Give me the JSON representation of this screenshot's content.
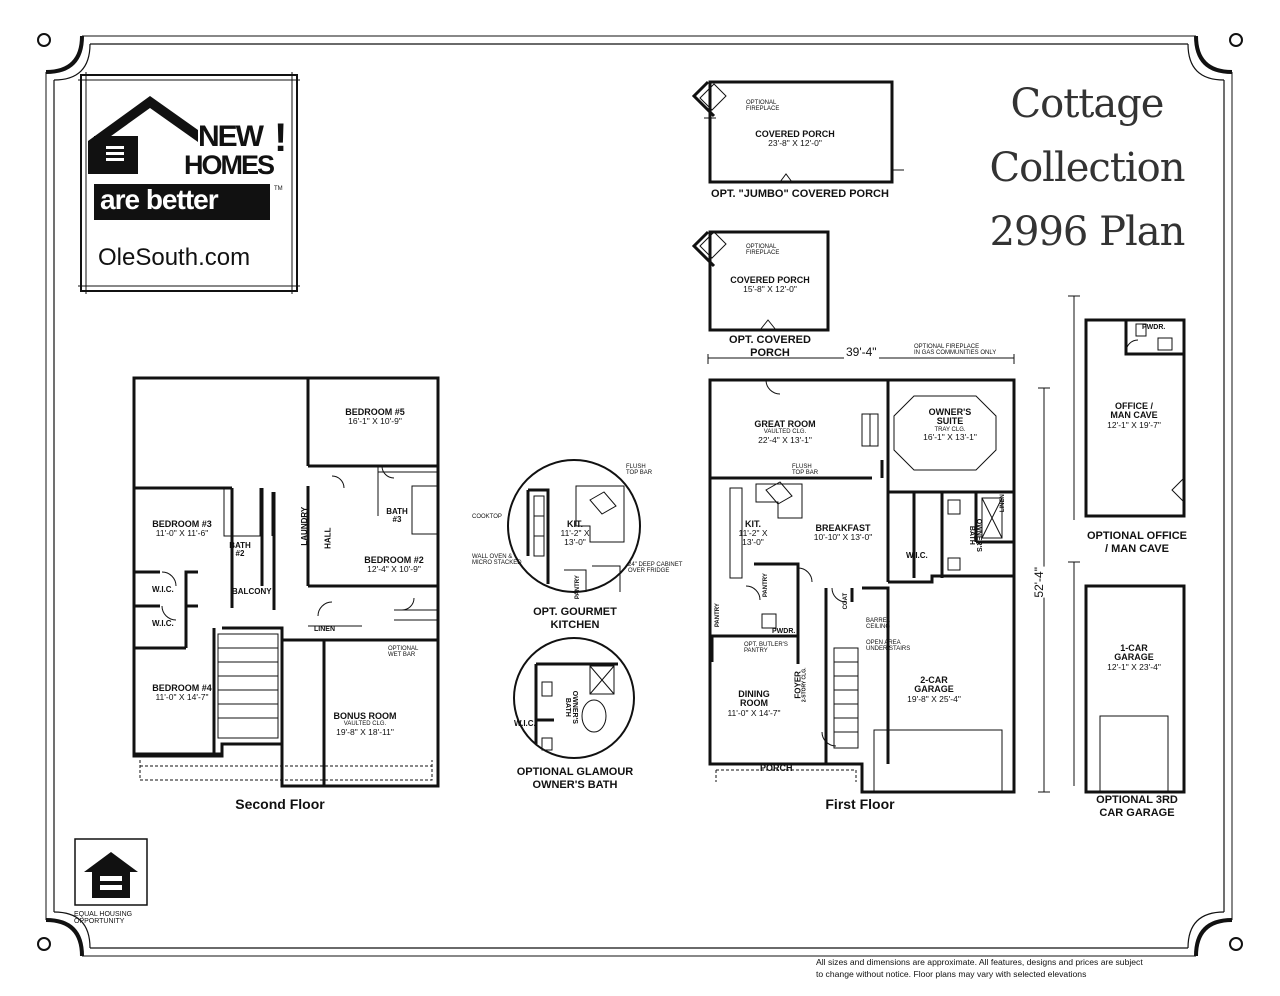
{
  "logo": {
    "line1": "NEW",
    "line2": "HOMES",
    "exclaim": "!",
    "line3": "are better",
    "tm": "TM",
    "website": "OleSouth.com"
  },
  "title": {
    "line1": "Cottage",
    "line2": "Collection",
    "line3": "2996 Plan"
  },
  "equal_housing": {
    "line1": "EQUAL HOUSING",
    "line2": "OPPORTUNITY"
  },
  "jumbo_porch": {
    "fireplace_note_1": "OPTIONAL",
    "fireplace_note_2": "FIREPLACE",
    "room": "COVERED PORCH",
    "dim": "23'-8\" X 12'-0\"",
    "caption": "OPT. \"JUMBO\" COVERED PORCH"
  },
  "covered_porch": {
    "fireplace_note_1": "OPTIONAL",
    "fireplace_note_2": "FIREPLACE",
    "room": "COVERED PORCH",
    "dim": "15'-8\" X 12'-0\"",
    "caption_1": "OPT. COVERED",
    "caption_2": "PORCH"
  },
  "second_floor": {
    "caption": "Second Floor",
    "bedroom5": {
      "name": "BEDROOM #5",
      "dim": "16'-1\" X 10'-9\""
    },
    "bedroom3": {
      "name": "BEDROOM #3",
      "dim": "11'-0\" X 11'-6\""
    },
    "bath2": {
      "name": "BATH",
      "num": "#2"
    },
    "laundry": "LAUNDRY",
    "hall": "HALL",
    "bath3": {
      "name": "BATH",
      "num": "#3"
    },
    "bedroom2": {
      "name": "BEDROOM #2",
      "dim": "12'-4\" X 10'-9\""
    },
    "wic1": "W.I.C.",
    "wic2": "W.I.C.",
    "balcony": "BALCONY",
    "linen": "LINEN",
    "wet_bar_1": "OPTIONAL",
    "wet_bar_2": "WET BAR",
    "bedroom4": {
      "name": "BEDROOM #4",
      "dim": "11'-0\" X 14'-7\""
    },
    "bonus": {
      "name": "BONUS ROOM",
      "note": "VAULTED CLG.",
      "dim": "19'-8\" X 18'-11\""
    }
  },
  "gourmet_kitchen": {
    "flush_1": "FLUSH",
    "flush_2": "TOP BAR",
    "cooktop": "COOKTOP",
    "kit": "KIT.",
    "dim1": "11'-2\" X",
    "dim2": "13'-0\"",
    "wall_oven_1": "WALL OVEN &",
    "wall_oven_2": "MICRO STACKED",
    "pantry": "PANTRY",
    "cabinet_1": "24\" DEEP CABINET",
    "cabinet_2": "OVER FRIDGE",
    "caption_1": "OPT. GOURMET",
    "caption_2": "KITCHEN"
  },
  "glamour_bath": {
    "wic": "W.I.C.",
    "bath_1": "OWNER'S",
    "bath_2": "BATH",
    "caption_1": "OPTIONAL GLAMOUR",
    "caption_2": "OWNER'S BATH"
  },
  "first_floor": {
    "caption": "First Floor",
    "width_dim": "39'-4\"",
    "depth_dim": "52'-4\"",
    "fireplace_note_1": "OPTIONAL FIREPLACE",
    "fireplace_note_2": "IN GAS COMMUNITIES ONLY",
    "great_room": {
      "name": "GREAT ROOM",
      "note": "VAULTED CLG.",
      "dim": "22'-4\" X 13'-1\""
    },
    "owners_suite": {
      "name1": "OWNER'S",
      "name2": "SUITE",
      "note": "TRAY CLG.",
      "dim": "16'-1\" X 13'-1\""
    },
    "flush_1": "FLUSH",
    "flush_2": "TOP BAR",
    "kit": {
      "name": "KIT.",
      "dim1": "11'-2\" X",
      "dim2": "13'-0\""
    },
    "breakfast": {
      "name": "BREAKFAST",
      "dim": "10'-10\" X 13'-0\""
    },
    "wic": "W.I.C.",
    "owners_bath_1": "OWNER'S",
    "owners_bath_2": "BATH",
    "linen": "LINEN",
    "pantry1": "PANTRY",
    "pantry2": "PANTRY",
    "pwdr": "PWDR.",
    "coat": "COAT",
    "barrel_1": "BARREL",
    "barrel_2": "CEILING",
    "open_area_1": "OPEN AREA",
    "open_area_2": "UNDER STAIRS",
    "butler_1": "OPT. BUTLER'S",
    "butler_2": "PANTRY",
    "dining": {
      "name1": "DINING",
      "name2": "ROOM",
      "dim": "11'-0\" X 14'-7\""
    },
    "foyer": "FOYER",
    "foyer_note": "2-STORY CLG.",
    "garage": {
      "name1": "2-CAR",
      "name2": "GARAGE",
      "dim": "19'-8\" X 25'-4\""
    },
    "porch": "PORCH"
  },
  "office": {
    "pwdr": "PWDR.",
    "name1": "OFFICE /",
    "name2": "MAN CAVE",
    "dim": "12'-1\" X 19'-7\"",
    "caption_1": "OPTIONAL OFFICE",
    "caption_2": "/ MAN CAVE"
  },
  "third_garage": {
    "name1": "1-CAR",
    "name2": "GARAGE",
    "dim": "12'-1\" X 23'-4\"",
    "caption_1": "OPTIONAL 3RD",
    "caption_2": "CAR GARAGE"
  },
  "disclaimer": {
    "line1": "All sizes and dimensions are approximate. All features, designs and prices are subject",
    "line2": "to change without notice.  Floor plans may vary with selected elevations"
  }
}
